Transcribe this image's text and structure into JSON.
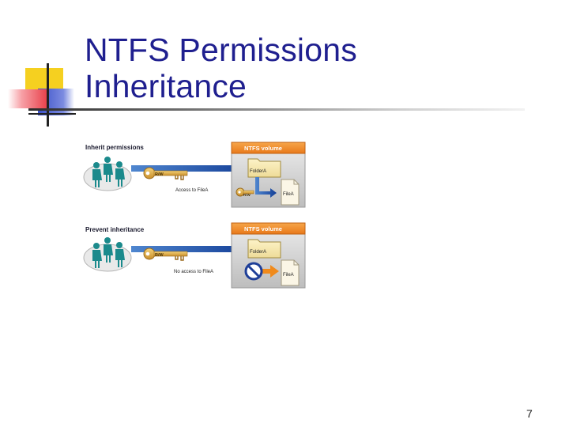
{
  "slide": {
    "title_line1": "NTFS Permissions",
    "title_line2": "Inheritance",
    "page_number": "7"
  },
  "diagram": {
    "inherit": {
      "heading": "Inherit permissions",
      "volume_label": "NTFS volume",
      "key_label": "R/W",
      "folder_label": "FolderA",
      "file_label": "FileA",
      "access_text": "Access to FileA",
      "file_key_label": "R/W"
    },
    "prevent": {
      "heading": "Prevent inheritance",
      "volume_label": "NTFS volume",
      "key_label": "R/W",
      "folder_label": "FolderA",
      "file_label": "FileA",
      "access_text": "No access to FileA"
    }
  },
  "colors": {
    "title": "#1f1f8f",
    "deco_yellow": "#f5d020",
    "deco_red": "#e8404a",
    "deco_blue": "#3a4fc8",
    "volume_orange": "#f08a1c",
    "arrow_blue": "#1f4fa8",
    "key_gold": "#d9a441",
    "people_teal": "#1b8a8c"
  }
}
